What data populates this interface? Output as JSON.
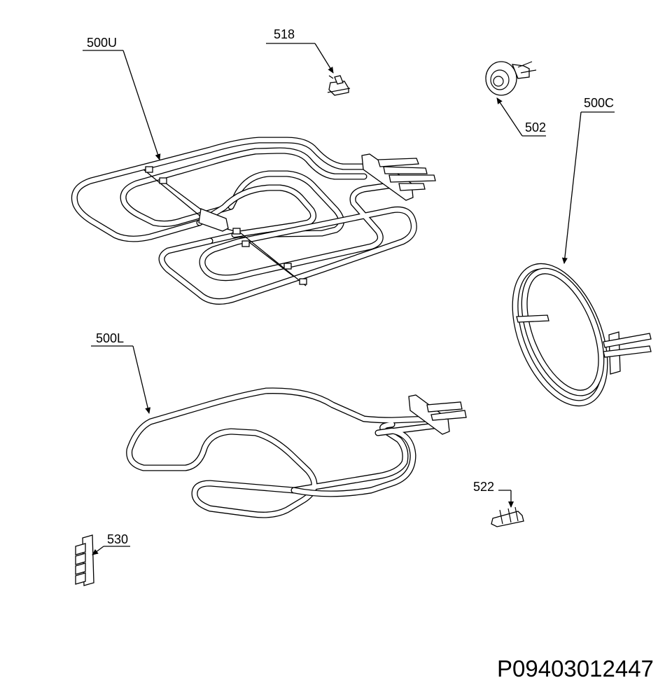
{
  "parts": [
    {
      "id": "upper_heater",
      "label": "500U"
    },
    {
      "id": "thermostat",
      "label": "518"
    },
    {
      "id": "lamp",
      "label": "502"
    },
    {
      "id": "circular_heater",
      "label": "500C"
    },
    {
      "id": "lower_heater",
      "label": "500L"
    },
    {
      "id": "connector",
      "label": "522"
    },
    {
      "id": "terminal_block",
      "label": "530"
    }
  ],
  "document_code": "P09403012447"
}
